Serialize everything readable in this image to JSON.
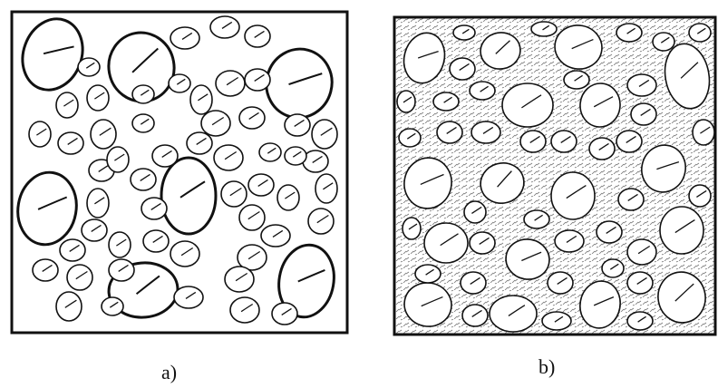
{
  "figure": {
    "panels": [
      {
        "id": "a",
        "caption": "a)",
        "description_kind": "pebbles-loose"
      },
      {
        "id": "b",
        "caption": "b)",
        "description_kind": "pebbles-with-binder"
      }
    ],
    "colors": {
      "line": "#111111",
      "background": "#ffffff",
      "binder_texture": "#555555"
    }
  }
}
